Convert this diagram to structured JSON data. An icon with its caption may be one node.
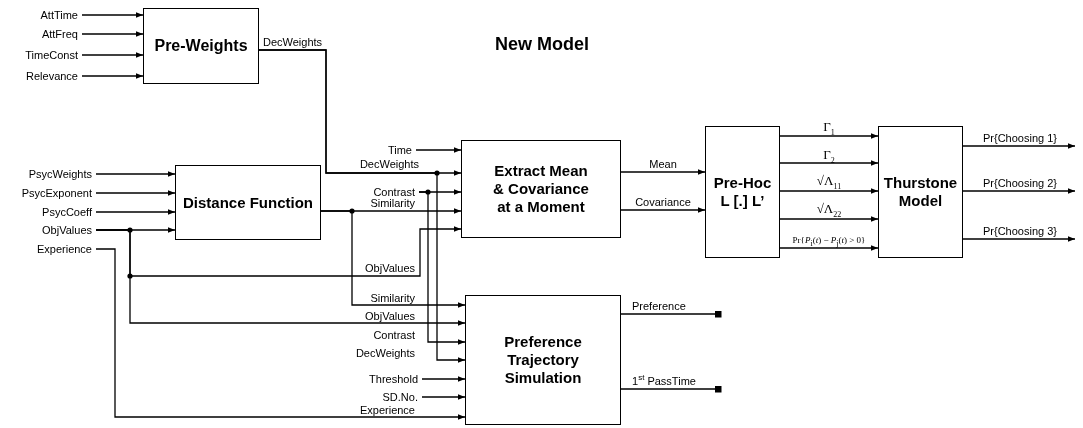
{
  "diagram": {
    "title": "New Model",
    "nodes": [
      {
        "text": [
          "Pre-Weights"
        ]
      },
      {
        "text": [
          "AttTime"
        ]
      },
      {
        "text": [
          "AttFreq"
        ]
      },
      {
        "text": [
          "TimeConst"
        ]
      },
      {
        "text": [
          "Relevance"
        ]
      },
      {
        "text": [
          "Distance Function"
        ]
      },
      {
        "text": [
          "PsycWeights"
        ]
      },
      {
        "text": [
          "PsycExponent"
        ]
      },
      {
        "text": [
          "PsycCoeff"
        ]
      },
      {
        "text": [
          "ObjValues"
        ]
      },
      {
        "text": [
          "Experience"
        ]
      },
      {
        "text": [
          "Extract Mean & Covariance at a Moment"
        ]
      },
      {
        "text": [
          "Pre-Hoc L [.] L’"
        ]
      },
      {
        "text": [
          "Thurstone Model"
        ]
      },
      {
        "text": [
          "Preference Trajectory Simulation"
        ]
      },
      {
        "text": [
          "Time"
        ]
      },
      {
        "text": [
          "Contrast"
        ]
      },
      {
        "text": [
          "Threshold"
        ]
      },
      {
        "text": [
          "SD.No."
        ]
      }
    ],
    "edges": [
      {
        "from": 1,
        "to": 0,
        "arrow": "to"
      },
      {
        "from": 2,
        "to": 0,
        "arrow": "to"
      },
      {
        "from": 3,
        "to": 0,
        "arrow": "to"
      },
      {
        "from": 4,
        "to": 0,
        "arrow": "to"
      },
      {
        "from": 6,
        "to": 5,
        "arrow": "to"
      },
      {
        "from": 7,
        "to": 5,
        "arrow": "to"
      },
      {
        "from": 8,
        "to": 5,
        "arrow": "to"
      },
      {
        "from": 9,
        "to": 5,
        "arrow": "to"
      },
      {
        "from": 0,
        "to": 11,
        "arrow": "to",
        "label": "DecWeights"
      },
      {
        "from": 0,
        "to": 14,
        "arrow": "to",
        "label": "DecWeights"
      },
      {
        "from": 16,
        "to": 11,
        "arrow": "to"
      },
      {
        "from": 16,
        "to": 14,
        "arrow": "to",
        "label": "Contrast"
      },
      {
        "from": 5,
        "to": 11,
        "arrow": "to",
        "label": "Similarity"
      },
      {
        "from": 5,
        "to": 14,
        "arrow": "to",
        "label": "Similarity"
      },
      {
        "from": 9,
        "to": 11,
        "arrow": "to",
        "label": "ObjValues"
      },
      {
        "from": 9,
        "to": 14,
        "arrow": "to",
        "label": "ObjValues"
      },
      {
        "from": 10,
        "to": 14,
        "arrow": "to",
        "label": "Experience"
      },
      {
        "from": 15,
        "to": 11,
        "arrow": "to"
      },
      {
        "from": 17,
        "to": 14,
        "arrow": "to"
      },
      {
        "from": 18,
        "to": 14,
        "arrow": "to"
      },
      {
        "from": 11,
        "to": 12,
        "arrow": "to",
        "label": "Mean"
      },
      {
        "from": 11,
        "to": 12,
        "arrow": "to",
        "label": "Covariance"
      },
      {
        "from": 12,
        "to": 13,
        "arrow": "to",
        "label": "Γ$_{1}$"
      },
      {
        "from": 12,
        "to": 13,
        "arrow": "to",
        "label": "Γ$_{2}$"
      },
      {
        "from": 12,
        "to": 13,
        "arrow": "to",
        "label": "√Λ$_{11}$"
      },
      {
        "from": 12,
        "to": 13,
        "arrow": "to",
        "label": "√Λ$_{22}$"
      },
      {
        "from": 12,
        "to": 13,
        "arrow": "to",
        "label": "Pr{*P*$_{i}$(*t*) − *P*$_{j}$(*t*) > 0}"
      },
      {
        "from": 13,
        "to": null,
        "arrow": "to",
        "label": "Pr{Choosing 1}"
      },
      {
        "from": 13,
        "to": null,
        "arrow": "to",
        "label": "Pr{Choosing 2}"
      },
      {
        "from": 13,
        "to": null,
        "arrow": "to",
        "label": "Pr{Choosing 3}"
      },
      {
        "from": 14,
        "to": null,
        "arrow": "other",
        "label": "Preference"
      },
      {
        "from": 14,
        "to": null,
        "arrow": "other",
        "label": "1$^{st}$ PassTime"
      }
    ],
    "labels": [
      "DecWeights"
    ]
  }
}
